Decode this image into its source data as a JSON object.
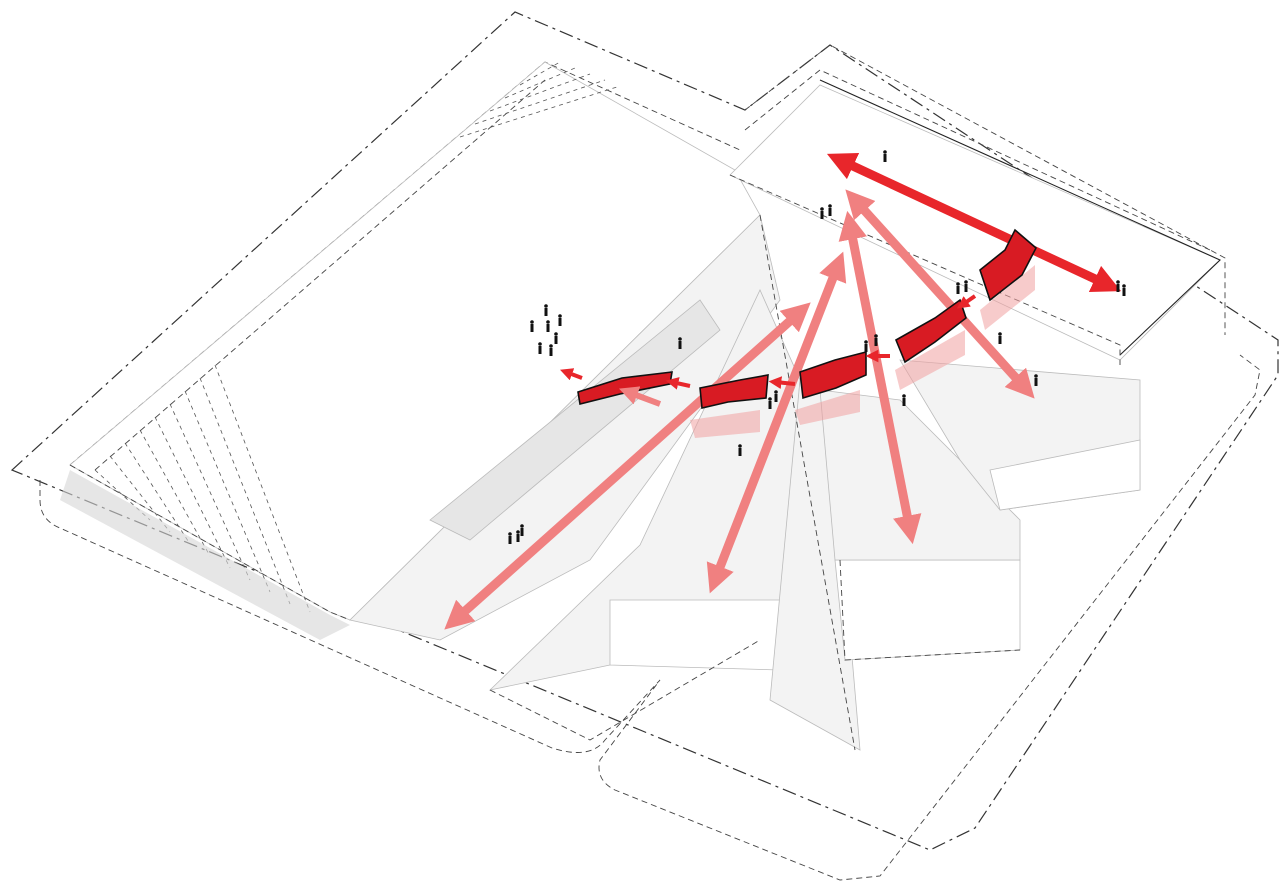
{
  "colors": {
    "arrow_strong": "#e8262b",
    "arrow_light": "#f08080",
    "bridge_fill": "#d81b23",
    "outline": "#333333",
    "volume_fill": "#f3f3f3"
  },
  "elements": {
    "bridges": 5,
    "view_arrows": 6,
    "connector_arrows": 5
  }
}
